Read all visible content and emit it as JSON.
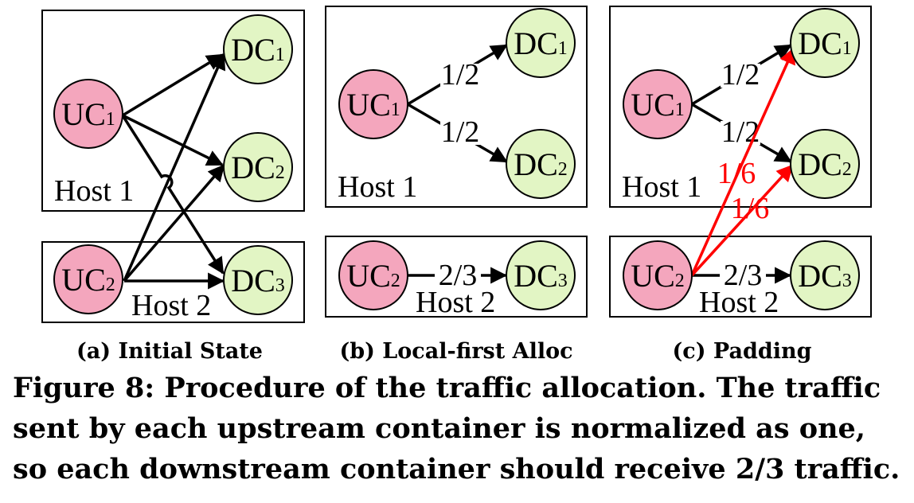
{
  "labels": {
    "uc": "UC",
    "dc": "DC",
    "sub1": "1",
    "sub2": "2",
    "sub3": "3",
    "host1": "Host 1",
    "host2": "Host 2"
  },
  "edges": {
    "half": "1/2",
    "two_thirds": "2/3",
    "sixth": "1/6"
  },
  "subcaptions": {
    "a": "(a) Initial State",
    "b": "(b) Local-first Alloc",
    "c": "(c) Padding"
  },
  "caption": "Figure 8: Procedure of the traffic allocation. The traffic sent by each upstream container is normalized as one, so each downstream container should receive 2/3 traffic.",
  "colors": {
    "uc_fill": "#f4a6bd",
    "dc_fill": "#e2f5c4",
    "padding_edge": "#ff0000"
  }
}
